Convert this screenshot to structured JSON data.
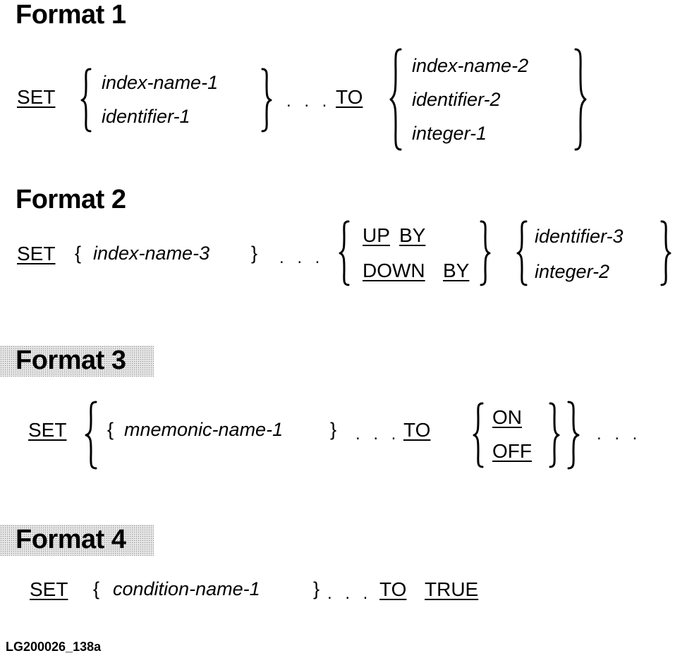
{
  "format1": {
    "heading": "Format 1",
    "set": "SET",
    "left_options": [
      "index-name-1",
      "identifier-1"
    ],
    "ellipsis": ". . .",
    "to": "TO",
    "right_options": [
      "index-name-2",
      "identifier-2",
      "integer-1"
    ]
  },
  "format2": {
    "heading": "Format 2",
    "set": "SET",
    "open_brace": "{",
    "index_name": "index-name-3",
    "close_brace": "}",
    "ellipsis": ". . .",
    "up": "UP",
    "by": "BY",
    "down": "DOWN",
    "right_options": [
      "identifier-3",
      "integer-2"
    ]
  },
  "format3": {
    "heading": "Format 3",
    "set": "SET",
    "open_brace": "{",
    "mnemonic": "mnemonic-name-1",
    "close_brace": "}",
    "ellipsis": ". . .",
    "to": "TO",
    "on": "ON",
    "off": "OFF",
    "trailing_ellipsis": ". . ."
  },
  "format4": {
    "heading": "Format 4",
    "set": "SET",
    "open_brace": "{",
    "condition": "condition-name-1",
    "close_brace": "}",
    "ellipsis": ". . .",
    "to": "TO",
    "true": "TRUE"
  },
  "reference_id": "LG200026_138a"
}
